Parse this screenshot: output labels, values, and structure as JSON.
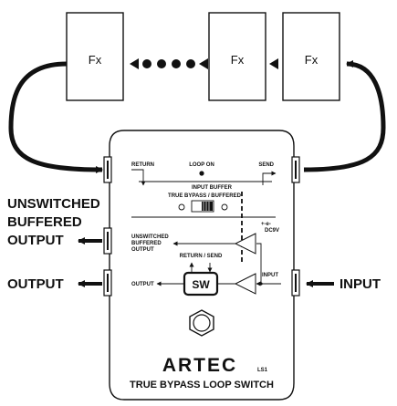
{
  "effects": [
    {
      "label": "Fx"
    },
    {
      "label": "Fx"
    },
    {
      "label": "Fx"
    }
  ],
  "external_labels": {
    "unswitched_line1": "UNSWITCHED",
    "unswitched_line2": "BUFFERED",
    "unswitched_line3": "OUTPUT",
    "output": "OUTPUT",
    "input": "INPUT"
  },
  "panel": {
    "return": "RETURN",
    "loop_on": "LOOP ON",
    "send": "SEND",
    "input_buffer": "INPUT BUFFER",
    "true_bypass_buffered": "TRUE BYPASS / BUFFERED",
    "power": "DC9V",
    "unswitched_line1": "UNSWITCHED",
    "unswitched_line2": "BUFFERED",
    "unswitched_line3": "OUTPUT",
    "return_send": "RETURN / SEND",
    "sw": "SW",
    "output": "OUTPUT",
    "input": "INPUT"
  },
  "branding": {
    "brand": "ARTEC",
    "model_code": "LS1",
    "product_name": "TRUE BYPASS LOOP SWITCH"
  },
  "colors": {
    "ink": "#111111",
    "background": "#ffffff"
  }
}
